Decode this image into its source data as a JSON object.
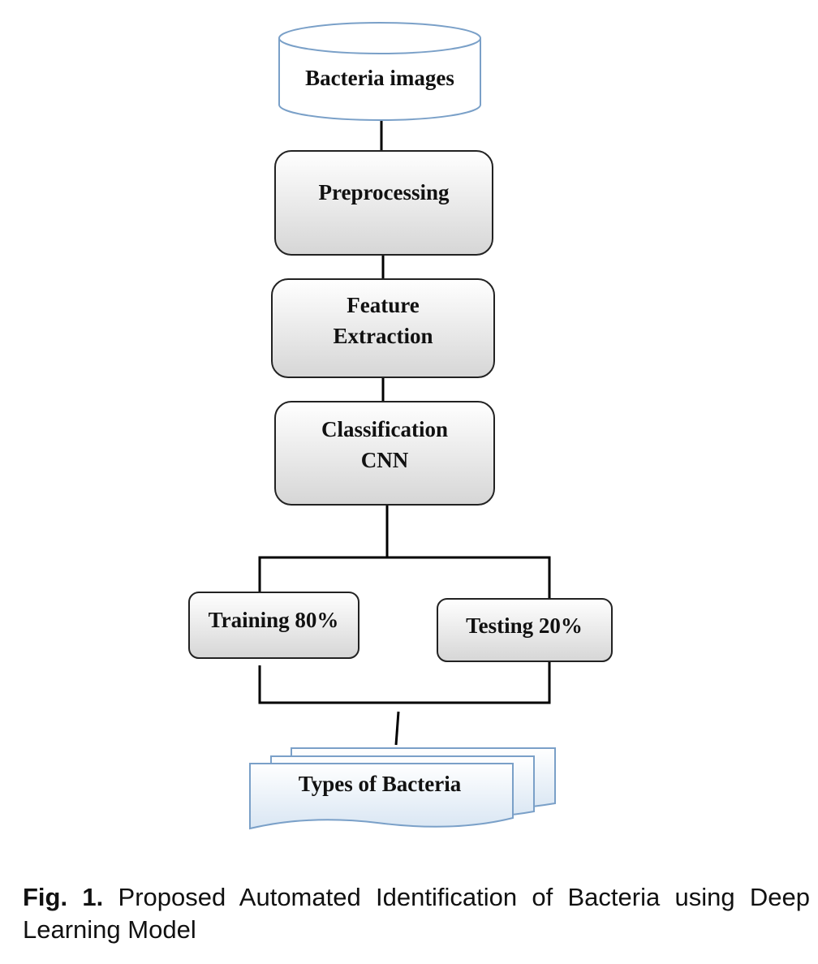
{
  "diagram": {
    "nodes": {
      "bacteria_images": "Bacteria images",
      "preprocessing": "Preprocessing",
      "feature_line1": "Feature",
      "feature_line2": "Extraction",
      "classification_line1": "Classification",
      "classification_line2": "CNN",
      "training": "Training 80%",
      "testing": "Testing 20%",
      "types": "Types of Bacteria"
    },
    "colors": {
      "box_top": "#ffffff",
      "box_bottom": "#d6d6d6",
      "cylinder_fill": "#ffffff",
      "cylinder_stroke": "#7aa0c8",
      "doc_fill_top": "#ffffff",
      "doc_fill_bottom": "#d9e6f3",
      "doc_stroke": "#7aa0c8",
      "connector": "#000000"
    }
  },
  "caption": {
    "label": "Fig. 1.",
    "text": " Proposed Automated Identification of Bacteria using Deep Learning Model"
  }
}
